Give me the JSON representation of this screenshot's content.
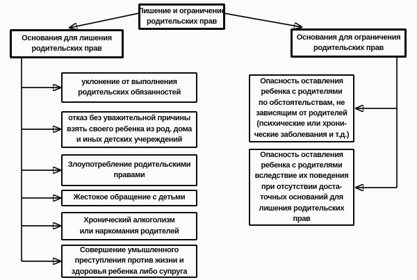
{
  "diagram": {
    "title": "Лишение и ограничение родительских прав",
    "root": {
      "text": "Лишение и ограничение\nродительских прав"
    },
    "left": {
      "header": "Основания для лишения\nродительских прав",
      "items": [
        {
          "text": "уклонение от выполнения\nродительских обязанностей"
        },
        {
          "text": "отказ без уважительной причины\nвзять своего ребенка из род. дома\nи иных детских учереждений"
        },
        {
          "text": "Злоупотребление родительскими\nправами"
        },
        {
          "text": "Жестокое обращение с детьми"
        },
        {
          "text": "Хронический алкоголизм\nили наркомания родителей"
        },
        {
          "text": "Совершение умышленного\nпреступления против жизни и\nздоровья ребенка либо супруга"
        }
      ]
    },
    "right": {
      "header": "Основания для ограничения\nродительских прав",
      "items": [
        {
          "text": "Опасность оставления\nребенка с родителями\nпо обстоятельствам, не\nзависящим от родителей\n(психические или хрони-\nческие заболевания и т.д.)"
        },
        {
          "text": "Опасность оставления\nребенка с родителями\nвследствие их поведения\nпри отсутствии доста-\nточных оснований для\nлишения родительских\nправ"
        }
      ]
    },
    "colors": {
      "bg": "#fbfbfb",
      "ink": "#0a0a0a"
    }
  }
}
